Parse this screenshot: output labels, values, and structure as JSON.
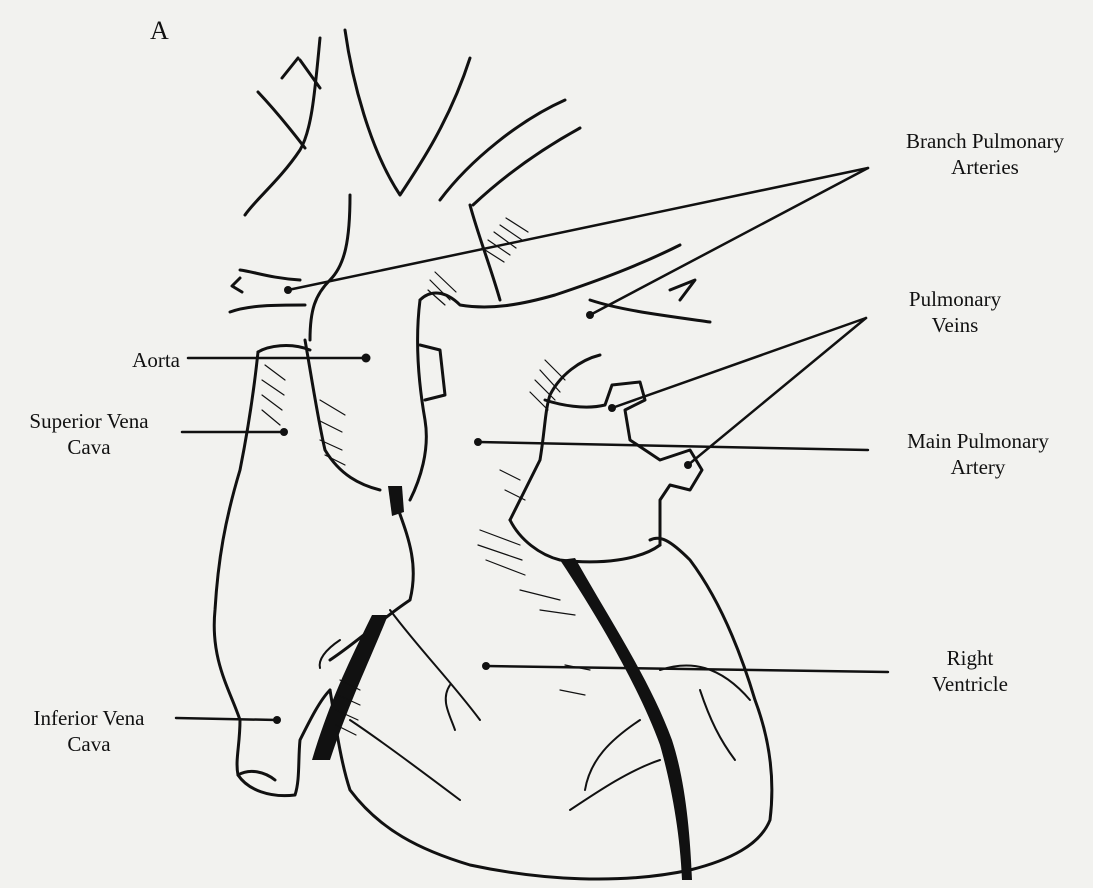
{
  "panel_letter": "A",
  "labels": {
    "branch_pulmonary_arteries": [
      "Branch Pulmonary",
      "Arteries"
    ],
    "pulmonary_veins": [
      "Pulmonary",
      "Veins"
    ],
    "main_pulmonary_artery": [
      "Main Pulmonary",
      "Artery"
    ],
    "right_ventricle": [
      "Right",
      "Ventricle"
    ],
    "aorta": [
      "Aorta"
    ],
    "superior_vena_cava": [
      "Superior Vena",
      "Cava"
    ],
    "inferior_vena_cava": [
      "Inferior Vena",
      "Cava"
    ]
  },
  "colors": {
    "ink": "#111111",
    "paper": "#f2f2ef"
  }
}
